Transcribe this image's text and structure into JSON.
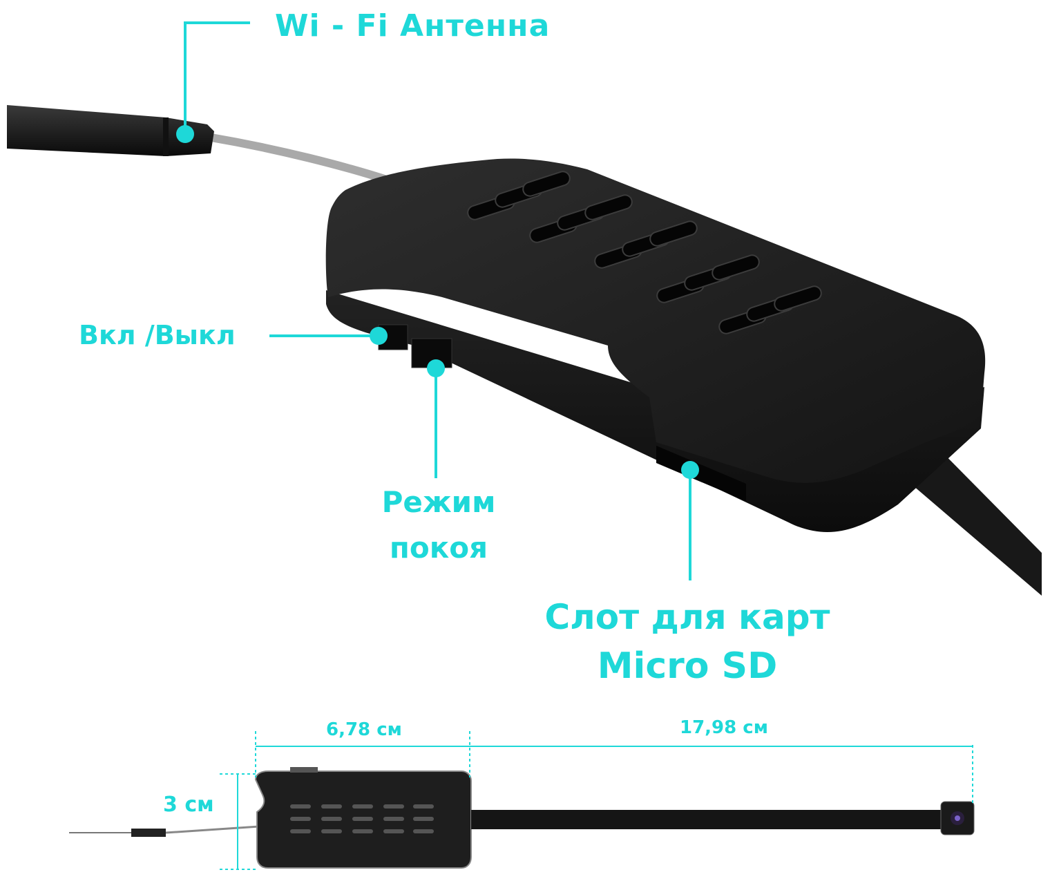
{
  "labels": {
    "antenna": "Wi - Fi  Антенна",
    "power": "Вкл /Выкл",
    "sleep_line1": "Режим",
    "sleep_line2": "покоя",
    "sd_line1": "Слот для карт",
    "sd_line2": "Micro SD"
  },
  "dimensions": {
    "width": "6,78 см",
    "cable_length": "17,98 см",
    "height": "3 см"
  },
  "colors": {
    "accent": "#1ed8d8",
    "device": "#1b1b1b",
    "background": "#ffffff"
  }
}
